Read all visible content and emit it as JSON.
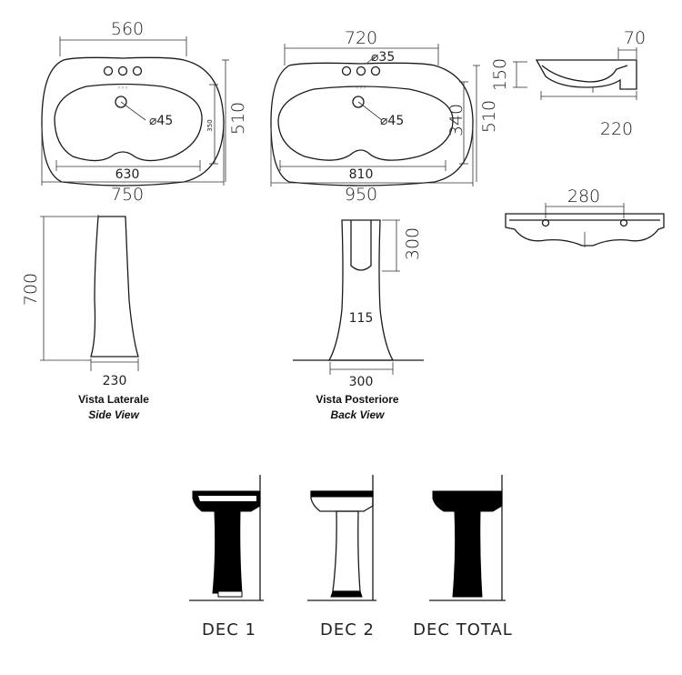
{
  "top_view_small": {
    "dim_top": "560",
    "dim_inner_width": "630",
    "dim_outer_width": "750",
    "dim_height": "510",
    "dim_inner_height": "350",
    "dim_hole": "⌀45"
  },
  "top_view_large": {
    "dim_top": "720",
    "dim_tap_hole": "⌀35",
    "dim_inner_width": "810",
    "dim_outer_width": "950",
    "dim_height": "510",
    "dim_inner_height": "340",
    "dim_hole": "⌀45"
  },
  "section_view": {
    "dim_lip": "70",
    "dim_height": "150",
    "dim_depth": "220"
  },
  "front_view": {
    "dim_holes": "280"
  },
  "side_view": {
    "dim_height": "700",
    "dim_base": "230",
    "caption_it": "Vista Laterale",
    "caption_en": "Side View"
  },
  "back_view": {
    "dim_slot": "300",
    "dim_slot_width": "115",
    "dim_base": "300",
    "caption_it": "Vista Posteriore",
    "caption_en": "Back View"
  },
  "decorations": [
    {
      "label": "DEC 1"
    },
    {
      "label": "DEC 2"
    },
    {
      "label": "DEC TOTAL"
    }
  ]
}
